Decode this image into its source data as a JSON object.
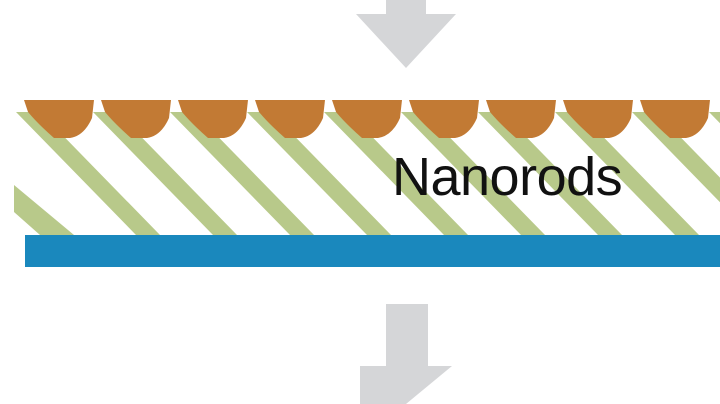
{
  "diagram": {
    "label": "Nanorods",
    "nanorod_count": 10,
    "cap_count": 9,
    "colors": {
      "arrow": "#d5d6d8",
      "cap": "#c27a34",
      "rod": "#b8c98a",
      "substrate": "#1a88bd",
      "label": "#111111",
      "background": "#ffffff"
    }
  }
}
